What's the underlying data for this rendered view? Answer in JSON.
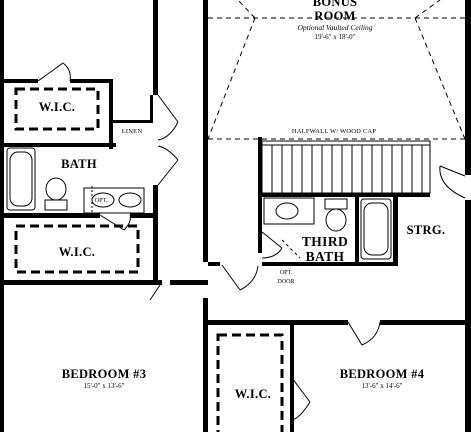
{
  "rooms": {
    "bonus": {
      "name_line1": "BONUS",
      "name_line2": "ROOM",
      "note": "Optional Vaulted Ceiling",
      "dims": "19'-6\" x 18'-0\""
    },
    "wic_top": {
      "name": "W.I.C."
    },
    "linen": {
      "name": "LINEN"
    },
    "bath": {
      "name": "BATH",
      "opt_label": "OPT."
    },
    "wic_mid": {
      "name": "W.I.C."
    },
    "halfwall": {
      "name": "HALFWALL W/ WOOD CAP"
    },
    "third_bath": {
      "name_line1": "THIRD",
      "name_line2": "BATH"
    },
    "opt_door": {
      "line1": "OPT.",
      "line2": "DOOR"
    },
    "storage": {
      "name": "STRG."
    },
    "bedroom3": {
      "name": "BEDROOM #3",
      "dims": "15'-0\" x 13'-6\""
    },
    "bedroom4": {
      "name": "BEDROOM #4",
      "dims": "13'-6\" x 14'-6\""
    },
    "wic_bottom": {
      "name": "W.I.C."
    }
  }
}
